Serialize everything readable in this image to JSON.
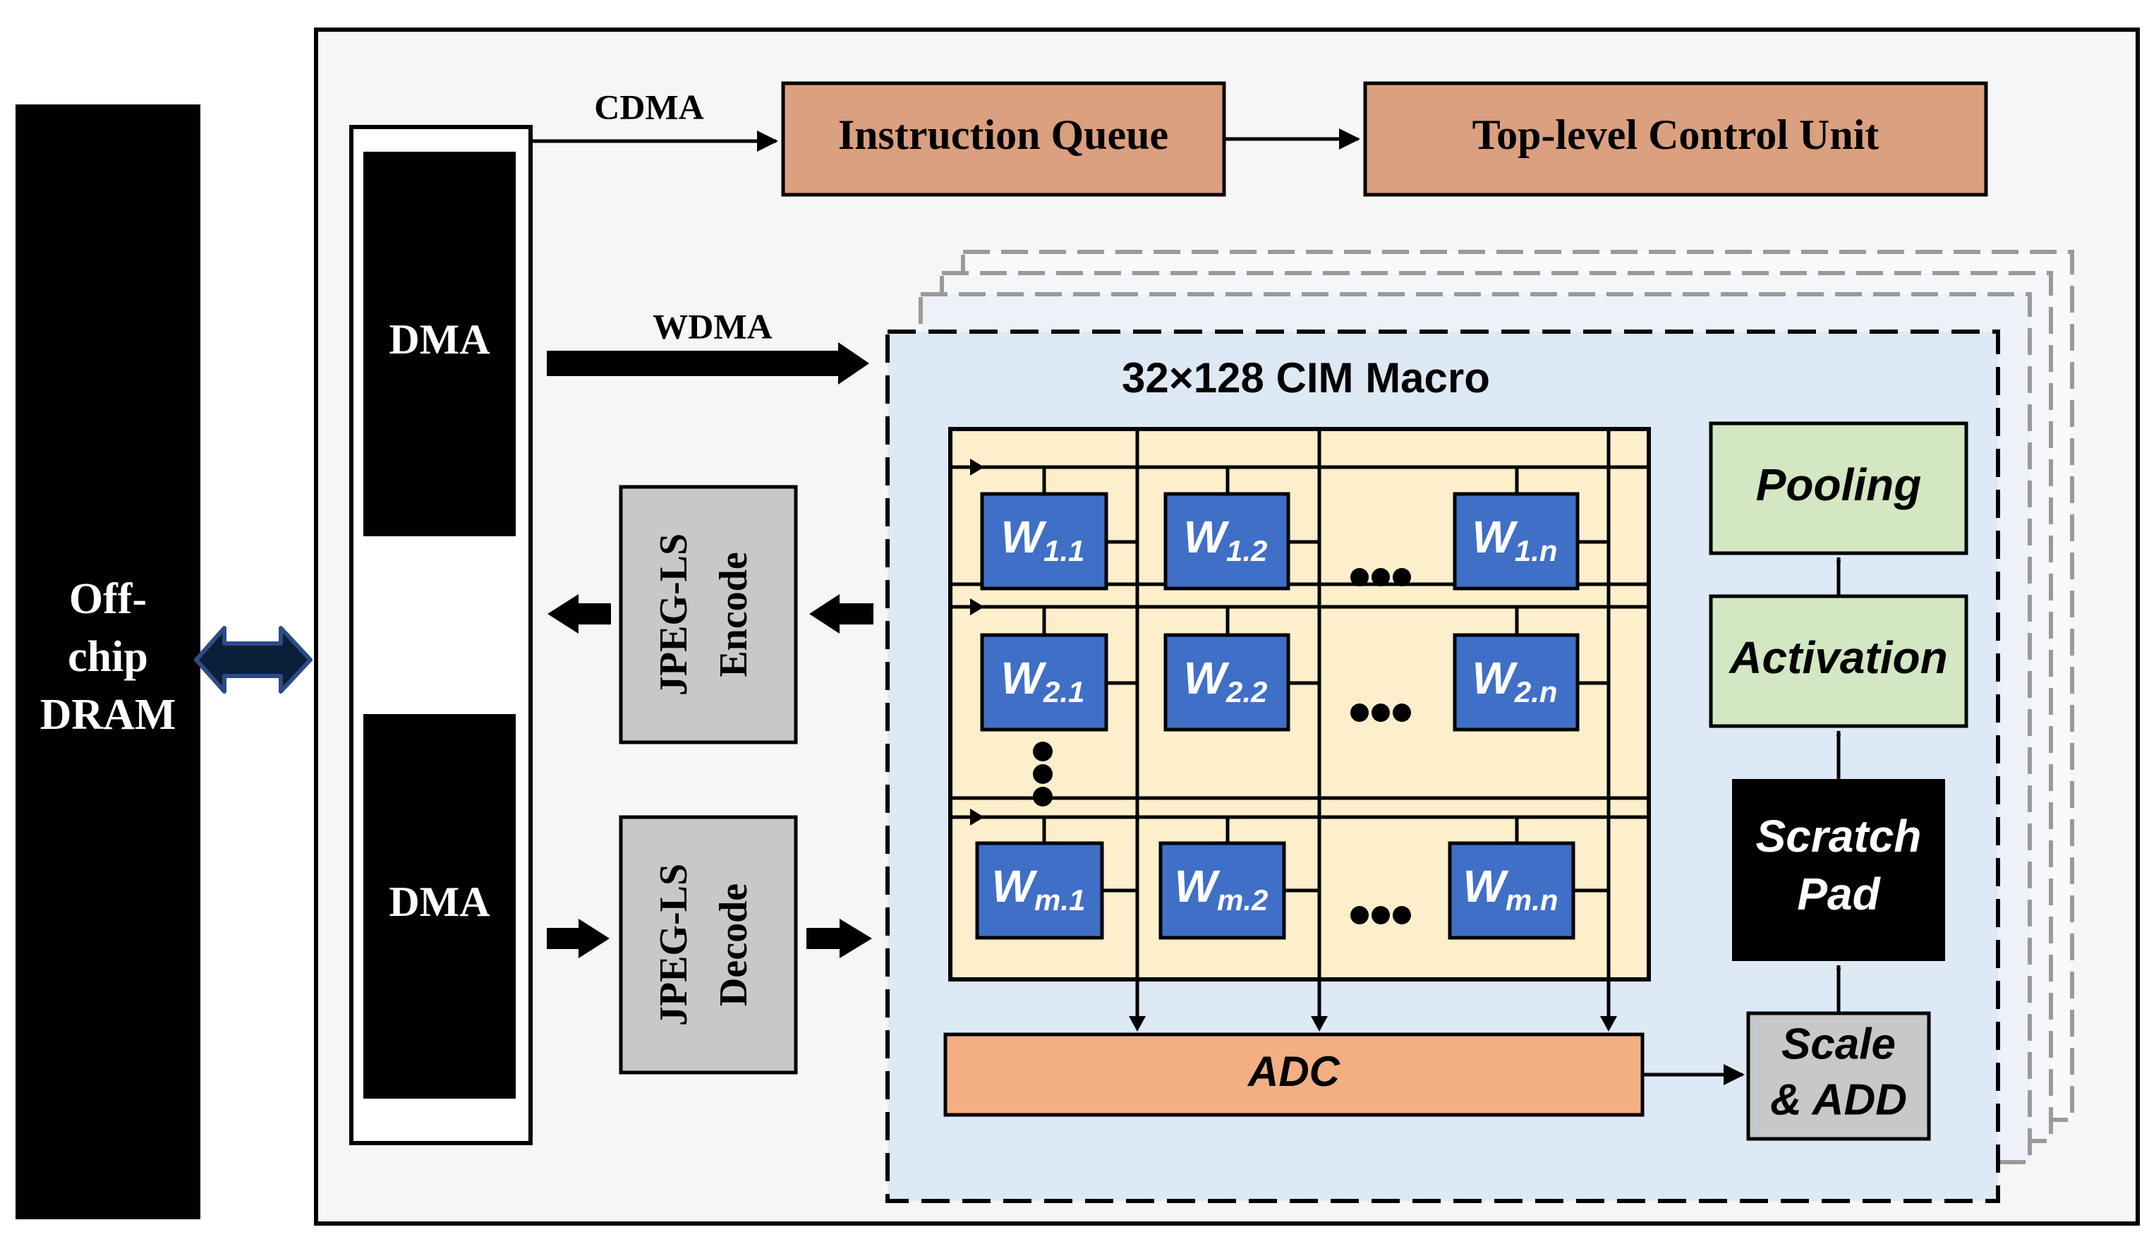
{
  "dram": {
    "label_lines": [
      "Off-",
      "chip",
      "DRAM"
    ]
  },
  "dma_top": {
    "label": "DMA"
  },
  "dma_bottom": {
    "label": "DMA"
  },
  "cdma": {
    "label": "CDMA"
  },
  "wdma": {
    "label": "WDMA"
  },
  "instruction_queue": {
    "label": "Instruction Queue"
  },
  "control_unit": {
    "label": "Top-level Control Unit"
  },
  "jpeg_encode": {
    "label_lines": [
      "JPEG-LS",
      "Encode"
    ]
  },
  "jpeg_decode": {
    "label_lines": [
      "JPEG-LS",
      "Decode"
    ]
  },
  "cim_macro": {
    "title": "32×128 CIM Macro"
  },
  "weights": [
    [
      {
        "base": "W",
        "sub": "1.1"
      },
      {
        "base": "W",
        "sub": "1.2"
      },
      {
        "base": "W",
        "sub": "1.n"
      }
    ],
    [
      {
        "base": "W",
        "sub": "2.1"
      },
      {
        "base": "W",
        "sub": "2.2"
      },
      {
        "base": "W",
        "sub": "2.n"
      }
    ],
    [
      {
        "base": "W",
        "sub": "m.1"
      },
      {
        "base": "W",
        "sub": "m.2"
      },
      {
        "base": "W",
        "sub": "m.n"
      }
    ]
  ],
  "adc": {
    "label": "ADC"
  },
  "scale_add": {
    "label_lines": [
      "Scale",
      "& ADD"
    ]
  },
  "scratch_pad": {
    "label_lines": [
      "Scratch",
      "Pad"
    ]
  },
  "activation": {
    "label": "Activation"
  },
  "pooling": {
    "label": "Pooling"
  },
  "colors": {
    "black": "#000000",
    "chip_bg": "#f6f6f6",
    "orange_box": "#daa07f",
    "cim_bg": "#dde9f5",
    "array_bg": "#fdefcc",
    "weight_blue": "#3f6fc7",
    "adc_orange": "#f3af83",
    "green_box": "#d2e7c2",
    "gray_box": "#c8c8c8",
    "dashed_gray": "#9a9a9a"
  }
}
